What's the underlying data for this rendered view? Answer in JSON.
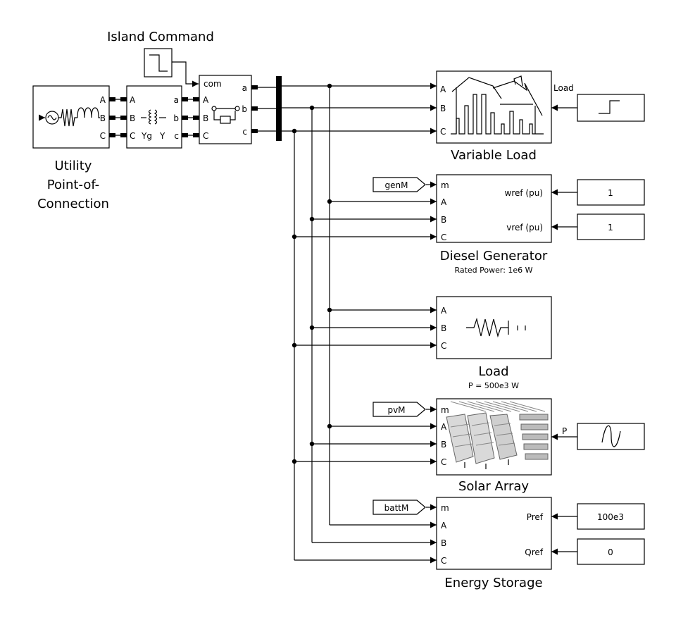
{
  "island_command": {
    "title": "Island Command"
  },
  "utility": {
    "title_line1": "Utility",
    "title_line2": "Point-of-",
    "title_line3": "Connection",
    "ports": [
      "A",
      "B",
      "C"
    ]
  },
  "transformer": {
    "ports_in": [
      "A",
      "B",
      "C"
    ],
    "ports_out": [
      "a",
      "b",
      "c"
    ],
    "winding_left": "Yg",
    "winding_right": "Y"
  },
  "breaker": {
    "com_label": "com",
    "ports_in": [
      "A",
      "B",
      "C"
    ],
    "ports_out": [
      "a",
      "b",
      "c"
    ]
  },
  "variable_load": {
    "title": "Variable Load",
    "ports": [
      "A",
      "B",
      "C"
    ],
    "input_label": "Load"
  },
  "diesel": {
    "title": "Diesel Generator",
    "subtitle": "Rated Power: 1e6 W",
    "ports": [
      "m",
      "A",
      "B",
      "C"
    ],
    "goto_tag": "genM",
    "input1_label": "wref (pu)",
    "input2_label": "vref (pu)",
    "input1_value": "1",
    "input2_value": "1"
  },
  "load": {
    "title": "Load",
    "subtitle": "P = 500e3 W",
    "ports": [
      "A",
      "B",
      "C"
    ]
  },
  "solar": {
    "title": "Solar Array",
    "ports": [
      "m",
      "A",
      "B",
      "C"
    ],
    "goto_tag": "pvM",
    "input_label": "P"
  },
  "storage": {
    "title": "Energy Storage",
    "ports": [
      "m",
      "A",
      "B",
      "C"
    ],
    "goto_tag": "battM",
    "input1_label": "Pref",
    "input2_label": "Qref",
    "input1_value": "100e3",
    "input2_value": "0"
  }
}
